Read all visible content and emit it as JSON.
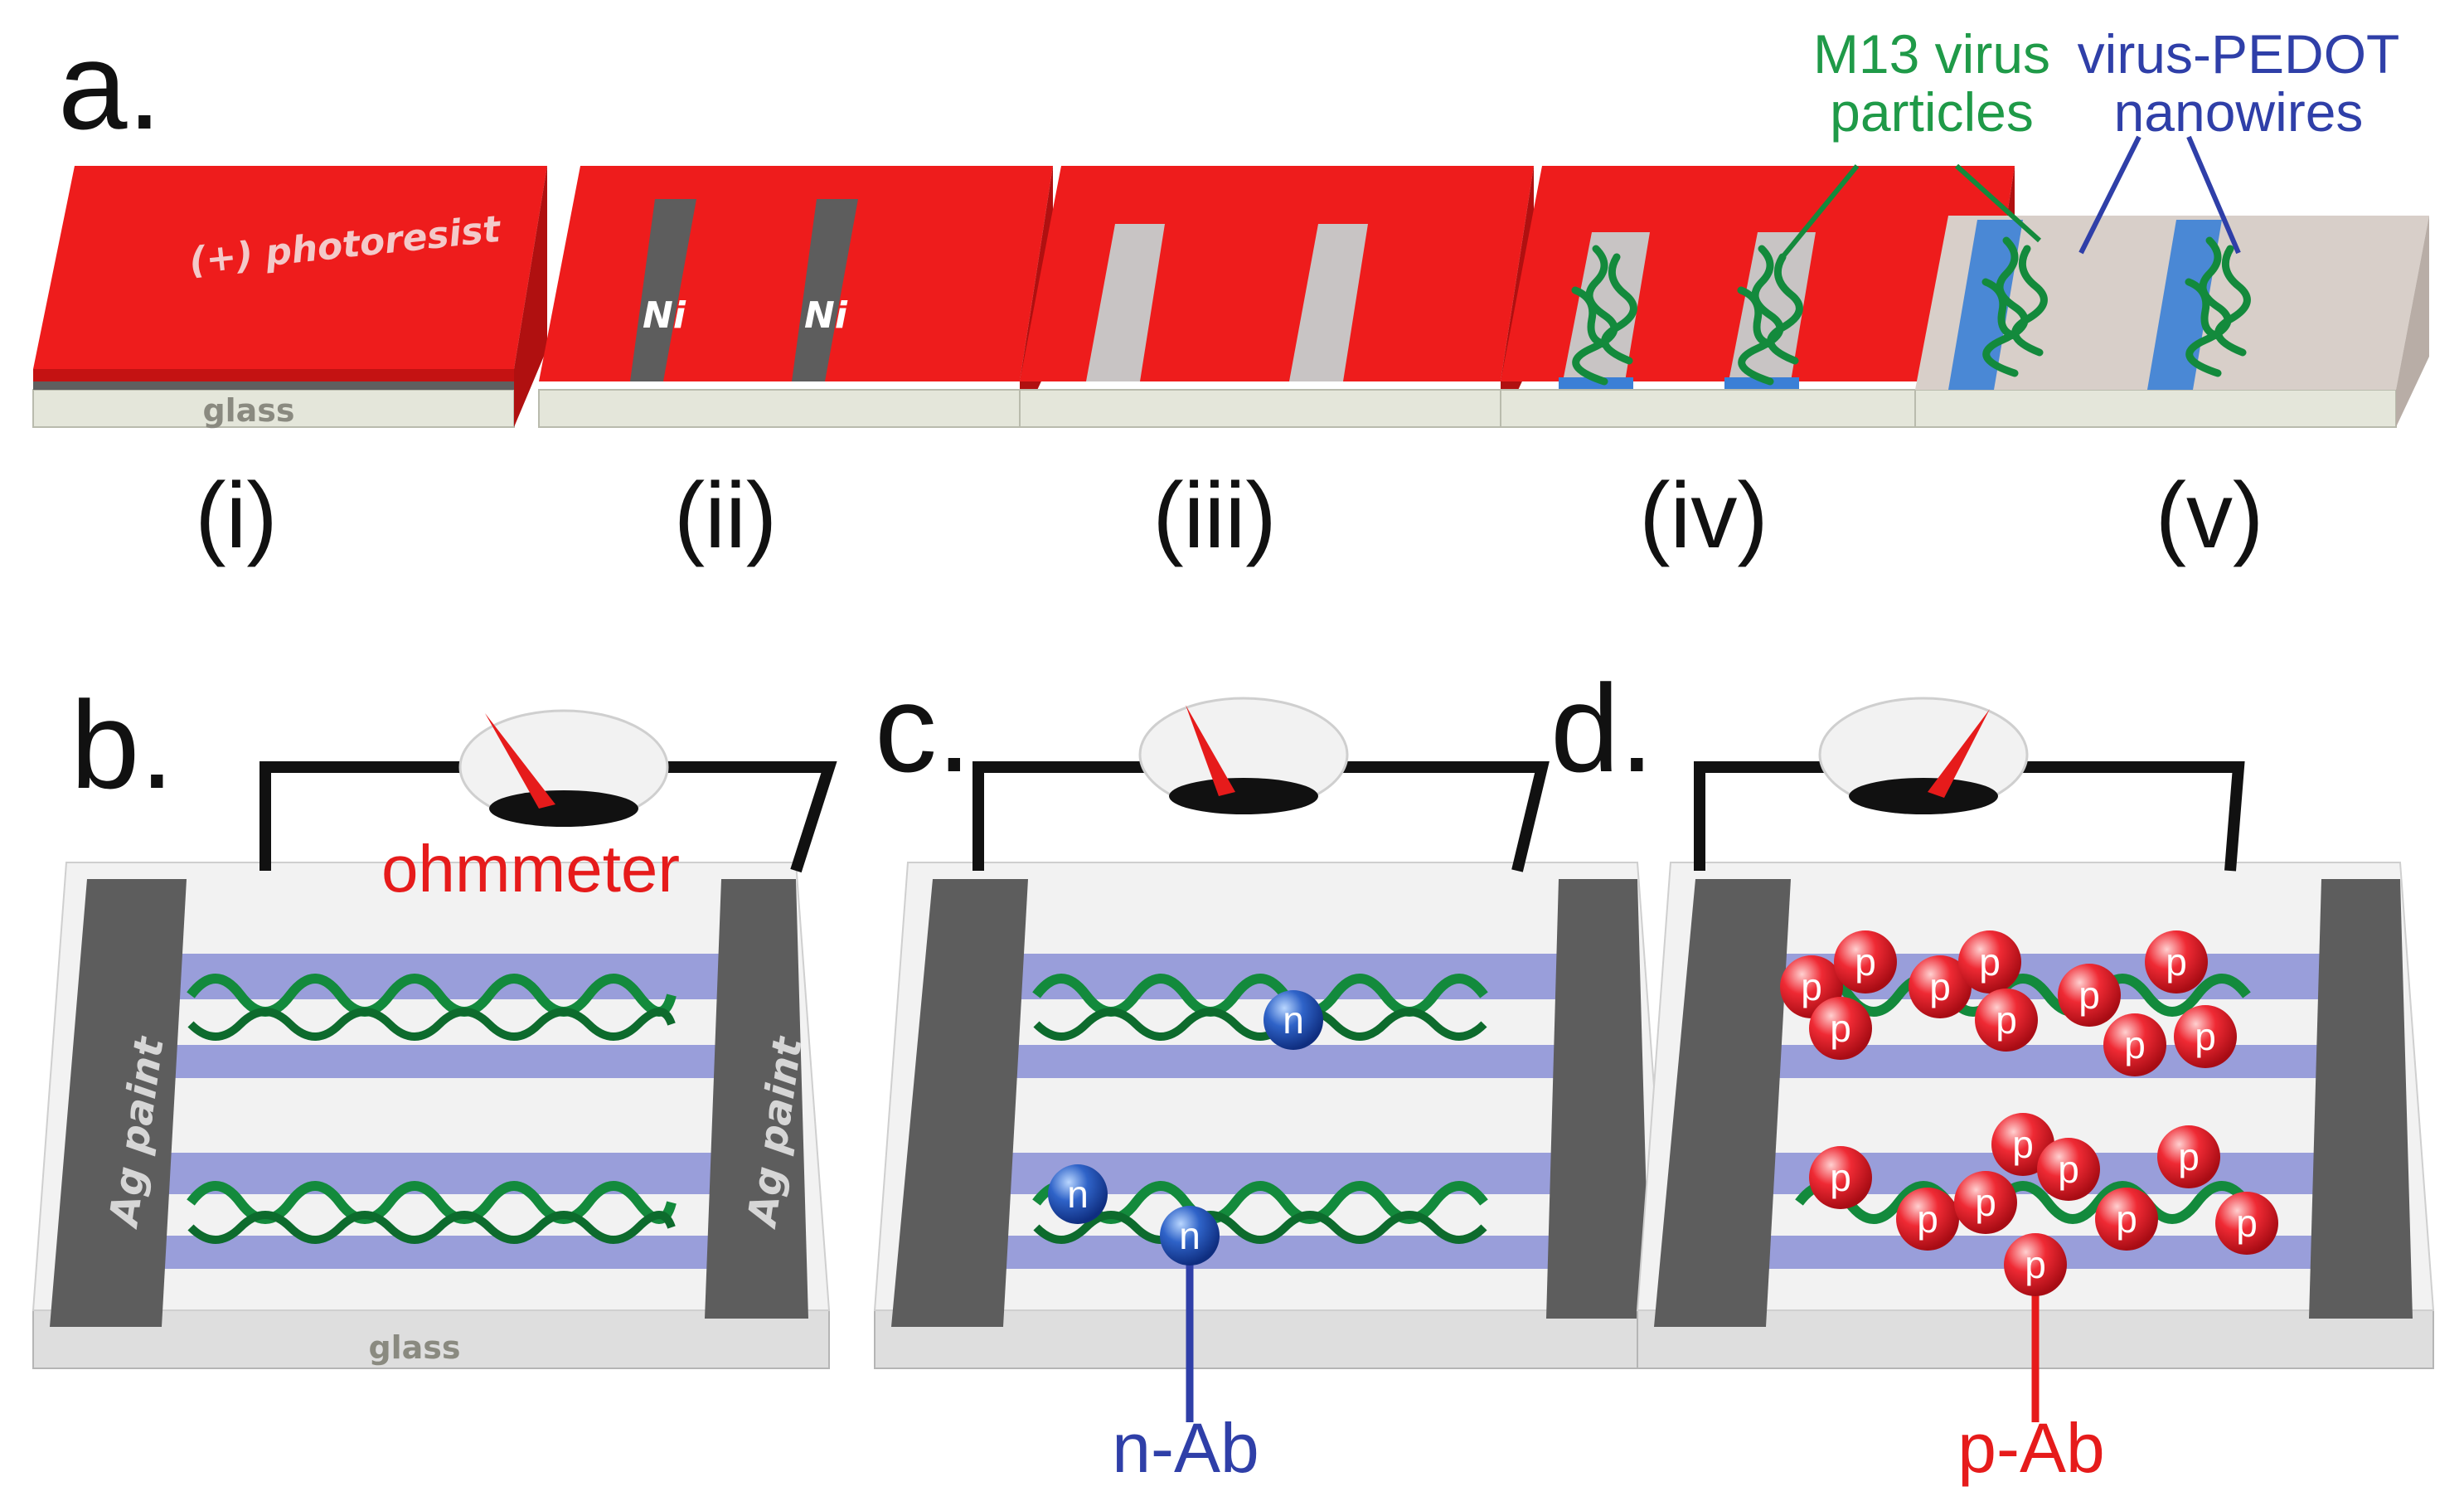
{
  "panels": {
    "a": {
      "letter": "a.",
      "steps": [
        "(i)",
        "(ii)",
        "(iii)",
        "(iv)",
        "(v)"
      ],
      "photoresist_label": "(+) photoresist",
      "glass_label": "glass",
      "ni_label": "Ni",
      "virus_label_line1": "M13 virus",
      "virus_label_line2": "particles",
      "nanowire_label_line1": "virus-PEDOT",
      "nanowire_label_line2": "nanowires"
    },
    "b": {
      "letter": "b.",
      "ohmmeter_label": "ohmmeter",
      "ag_label": "Ag paint",
      "glass_label": "glass"
    },
    "c": {
      "letter": "c.",
      "bead_label": "n",
      "antibody_label": "n-Ab"
    },
    "d": {
      "letter": "d.",
      "bead_label": "p",
      "antibody_label": "p-Ab"
    }
  },
  "colors": {
    "photoresist": "#ee1c1c",
    "glass": "#e4e6da",
    "nickel": "#5d5d5d",
    "virus": "#138a3c",
    "nanowire": "#3b7fd6",
    "channel": "#8a8fd6",
    "n_bead": "#1f4fb4",
    "p_bead": "#e81c2c"
  }
}
